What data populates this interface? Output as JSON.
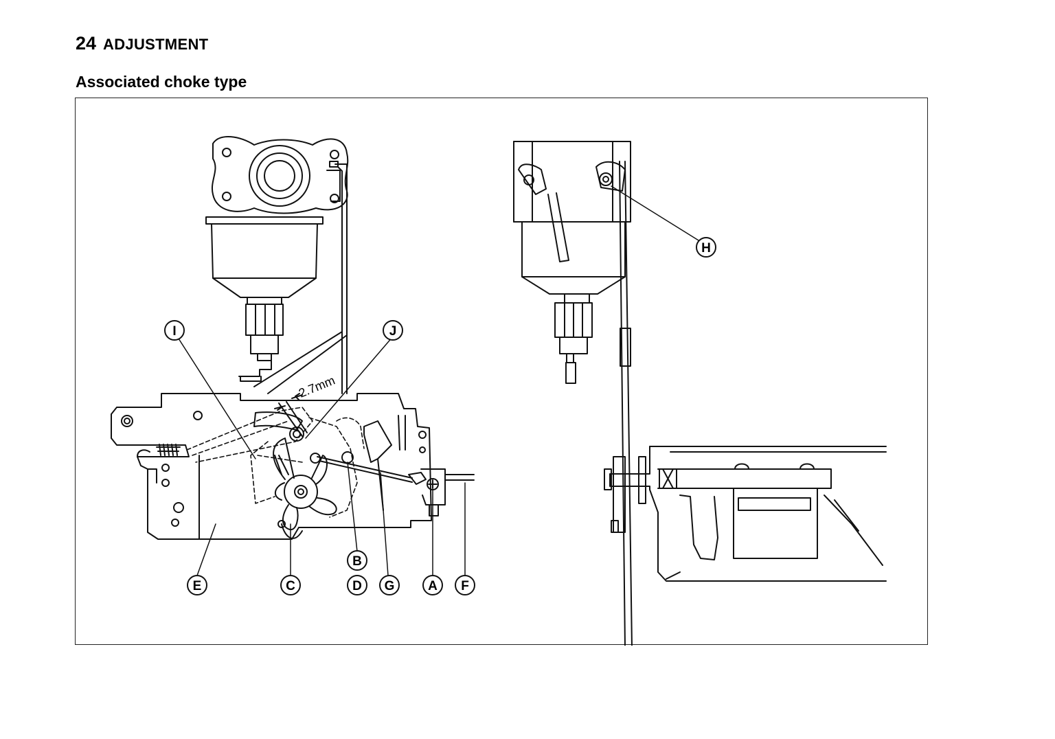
{
  "header": {
    "page_number": "24",
    "section": "ADJUSTMENT"
  },
  "subtitle": "Associated choke type",
  "figure": {
    "dimension_label": "2.7mm",
    "callouts": [
      "A",
      "B",
      "C",
      "D",
      "E",
      "F",
      "G",
      "H",
      "I",
      "J"
    ]
  }
}
